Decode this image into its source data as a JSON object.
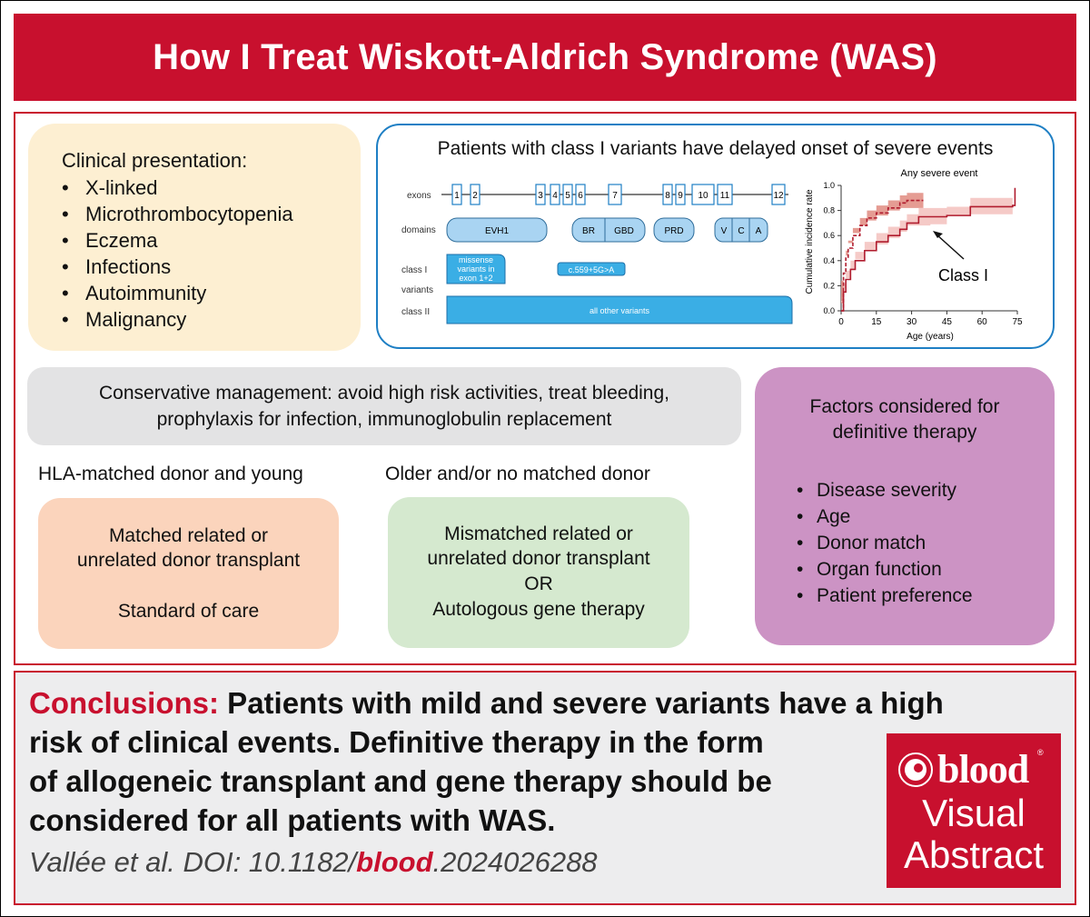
{
  "title": "How I Treat Wiskott-Aldrich Syndrome (WAS)",
  "clinical": {
    "header": "Clinical presentation:",
    "items": [
      "X-linked",
      "Microthrombocytopenia",
      "Eczema",
      "Infections",
      "Autoimmunity",
      "Malignancy"
    ]
  },
  "variants": {
    "title": "Patients with class I variants have delayed onset of severe events",
    "row_labels": {
      "exons": "exons",
      "domains": "domains",
      "class1": "class I",
      "variants": "variants",
      "class2": "class II"
    },
    "exons": [
      "1",
      "2",
      "3",
      "4",
      "5",
      "6",
      "7",
      "8",
      "9",
      "10",
      "11",
      "12"
    ],
    "domains": [
      "EVH1",
      "BR",
      "GBD",
      "PRD",
      "V",
      "C",
      "A"
    ],
    "class1_box1": [
      "missense",
      "variants in",
      "exon 1+2"
    ],
    "class1_box2": "c.559+5G>A",
    "class2_box": "all other variants",
    "colors": {
      "blue": "#3aaee5",
      "light_blue": "#a9d4f2",
      "dark_red": "#b01c2e",
      "light_red": "#f3c1bd"
    }
  },
  "chart_data": {
    "type": "line",
    "title": "Any severe event",
    "xlabel": "Age (years)",
    "ylabel": "Cumulative incidence rate",
    "xlim": [
      0,
      75
    ],
    "ylim": [
      0,
      1.0
    ],
    "xticks": [
      "0",
      "15",
      "30",
      "45",
      "60",
      "75"
    ],
    "yticks": [
      "0.0",
      "0.2",
      "0.4",
      "0.6",
      "0.8",
      "1.0"
    ],
    "annotation": "Class I",
    "series": [
      {
        "values": [
          [
            0,
            0
          ],
          [
            1,
            0.3
          ],
          [
            2,
            0.42
          ],
          [
            3,
            0.5
          ],
          [
            5,
            0.6
          ],
          [
            8,
            0.68
          ],
          [
            11,
            0.74
          ],
          [
            15,
            0.78
          ],
          [
            20,
            0.82
          ],
          [
            25,
            0.86
          ],
          [
            28,
            0.88
          ],
          [
            30,
            0.88
          ],
          [
            35,
            0.88
          ]
        ]
      },
      {
        "values": [
          [
            0,
            0
          ],
          [
            1,
            0.15
          ],
          [
            2,
            0.25
          ],
          [
            4,
            0.33
          ],
          [
            6,
            0.4
          ],
          [
            10,
            0.48
          ],
          [
            15,
            0.55
          ],
          [
            20,
            0.6
          ],
          [
            25,
            0.65
          ],
          [
            28,
            0.7
          ],
          [
            33,
            0.75
          ],
          [
            38,
            0.75
          ],
          [
            45,
            0.76
          ],
          [
            55,
            0.83
          ],
          [
            73,
            0.84
          ],
          [
            74,
            0.98
          ]
        ]
      }
    ]
  },
  "conservative": "Conservative management: avoid high risk activities, treat bleeding, prophylaxis for infection, immunoglobulin replacement",
  "left_label": "HLA-matched donor and young",
  "mid_label": "Older and/or no matched donor",
  "orange_box": {
    "line1": "Matched related or",
    "line2": "unrelated donor transplant",
    "line3": "Standard of care"
  },
  "green_box": {
    "line1": "Mismatched related or",
    "line2": "unrelated donor transplant",
    "line3": "OR",
    "line4": "Autologous gene therapy"
  },
  "factors": {
    "header_line1": "Factors considered for",
    "header_line2": "definitive therapy",
    "items": [
      "Disease severity",
      "Age",
      "Donor match",
      "Organ function",
      "Patient preference"
    ]
  },
  "conclusions": {
    "label": "Conclusions:",
    "text_line1": " Patients with mild and severe variants have a high",
    "text_line2": "risk of clinical events. Definitive therapy in the form",
    "text_line3": "of allogeneic transplant and gene therapy should be",
    "text_line4": "considered for all patients with WAS."
  },
  "citation": {
    "prefix": "Vallée et al. DOI: 10.1182/",
    "journal": "blood",
    "suffix": ".2024026288"
  },
  "logo": {
    "word": "blood",
    "line1": "Visual",
    "line2": "Abstract",
    "reg": "®"
  }
}
